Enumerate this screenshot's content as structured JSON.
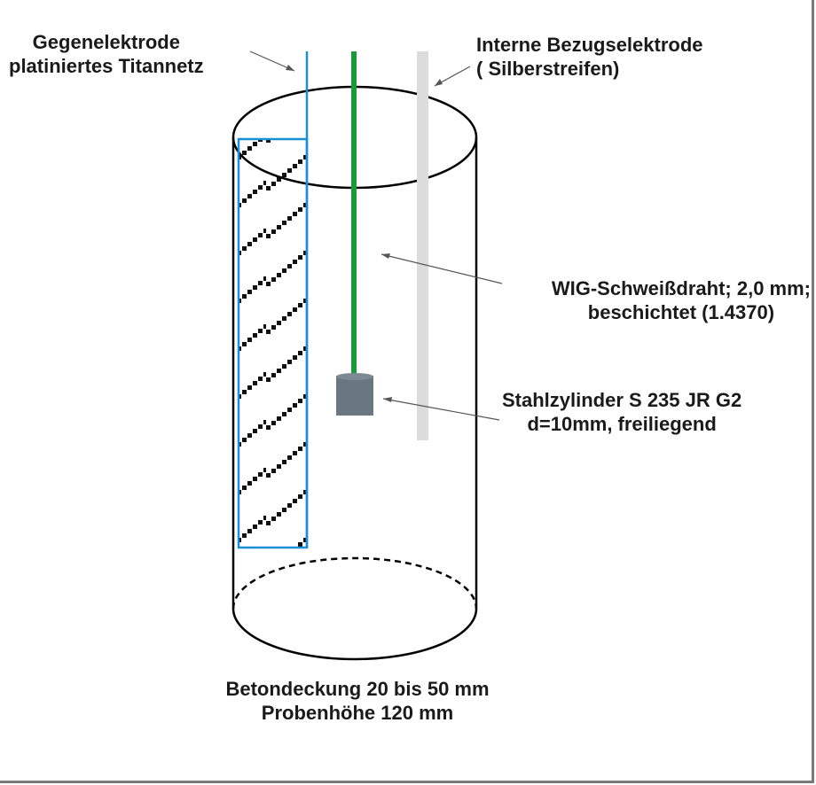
{
  "labels": {
    "counter_electrode": {
      "line1": "Gegenelektrode",
      "line2": "platiniertes Titannetz"
    },
    "reference_electrode": {
      "line1": "Interne Bezugselektrode",
      "line2": "( Silberstreifen)"
    },
    "welding_wire": {
      "line1": "WIG-Schweißdraht; 2,0 mm;",
      "line2": "beschichtet (1.4370)"
    },
    "steel_cylinder": {
      "line1": "Stahlzylinder S 235 JR G2",
      "line2": "d=10mm, freiliegend"
    },
    "specimen": {
      "line1": "Betondeckung 20 bis 50 mm",
      "line2": "Probenhöhe 120 mm"
    }
  },
  "colors": {
    "counter_electrode": "#1b8fd6",
    "welding_wire": "#1a9a3a",
    "reference_electrode": "#dcdcdc",
    "steel_cylinder": "#6b7780",
    "outline": "#000000"
  }
}
